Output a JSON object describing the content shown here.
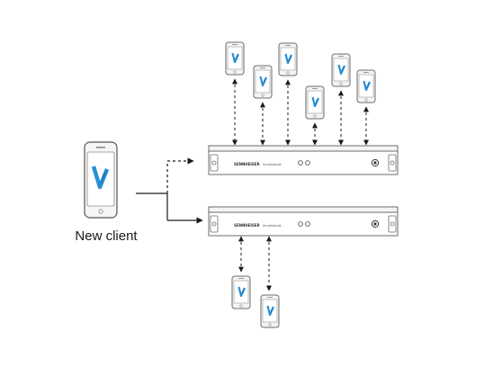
{
  "caption": {
    "new_client": "New client"
  },
  "devices": {
    "brand": "SENNHEISER",
    "model": "SmartAssist"
  },
  "colors": {
    "line": "#1a1a1a",
    "outline": "#6b6b6b",
    "phone_fill": "#f4f4f4",
    "logo_blue": "#2a8fd6",
    "logo_shadow": "#0f5f9a"
  },
  "icons": [
    "phone-icon",
    "logo-v-icon",
    "rack-unit-icon"
  ]
}
